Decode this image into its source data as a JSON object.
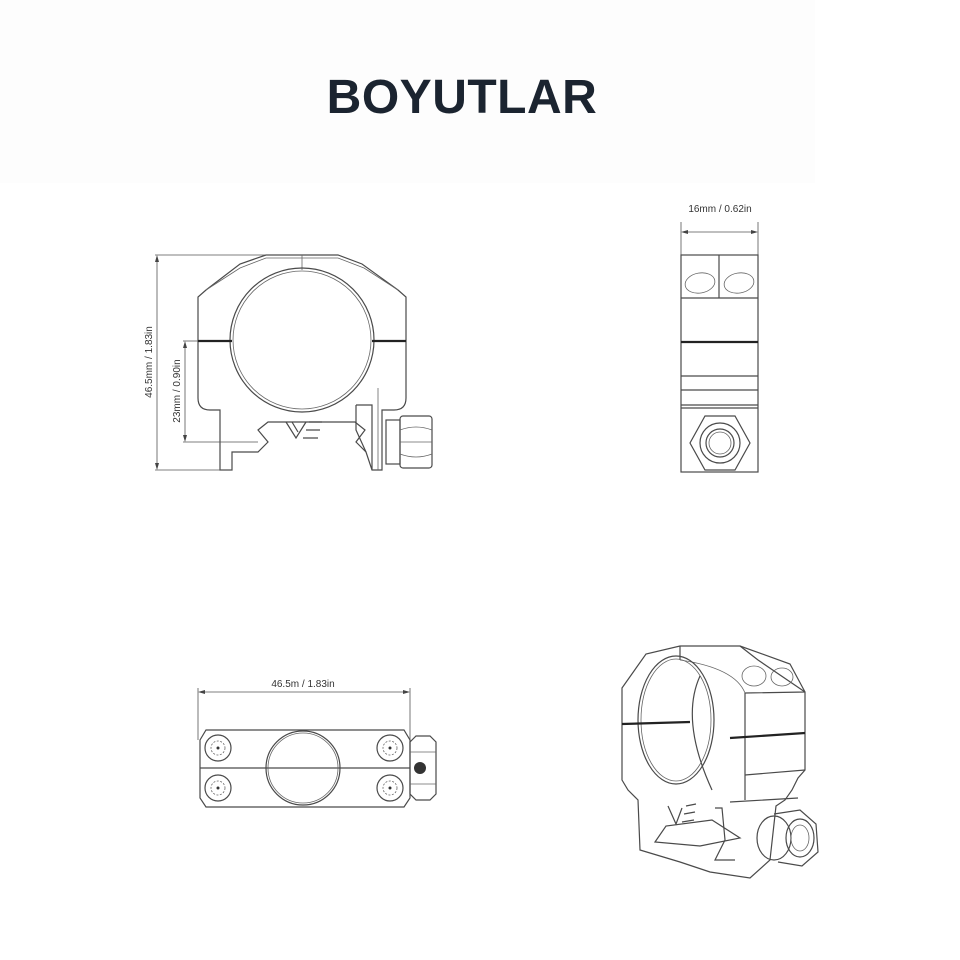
{
  "header": {
    "title": "BOYUTLAR"
  },
  "views": {
    "front": {
      "dimension_height_total": "46.5mm / 1.83in",
      "dimension_center_height": "23mm / 0.90in",
      "logo": "VE"
    },
    "side": {
      "dimension_width": "16mm / 0.62in"
    },
    "top": {
      "dimension_length": "46.5m / 1.83in"
    },
    "isometric": {
      "logo": "VE"
    }
  },
  "colors": {
    "title": "#1b2430",
    "lines": "#4a4a4a",
    "background": "#ffffff"
  }
}
